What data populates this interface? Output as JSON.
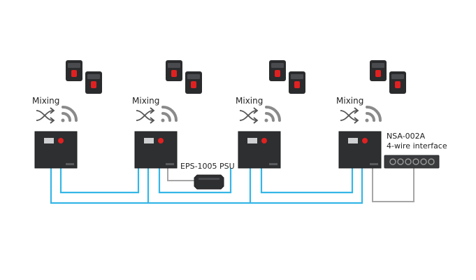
{
  "stations": [
    {
      "label": "Mixing"
    },
    {
      "label": "Mixing"
    },
    {
      "label": "Mixing"
    },
    {
      "label": "Mixing"
    }
  ],
  "psu": {
    "label": "EPS-1005 PSU"
  },
  "interface": {
    "model": "NSA-002A",
    "description": "4-wire interface"
  },
  "colors": {
    "fiber": "#35b6e6",
    "power_cable": "#a6a6a6",
    "device": "#2e2f31",
    "device_edge": "#1e1f21",
    "indicator": "#e02121",
    "icon": "#555555",
    "wifi": "#8a8a8a",
    "interface_body": "#3a3b3d",
    "port": "#888888"
  }
}
